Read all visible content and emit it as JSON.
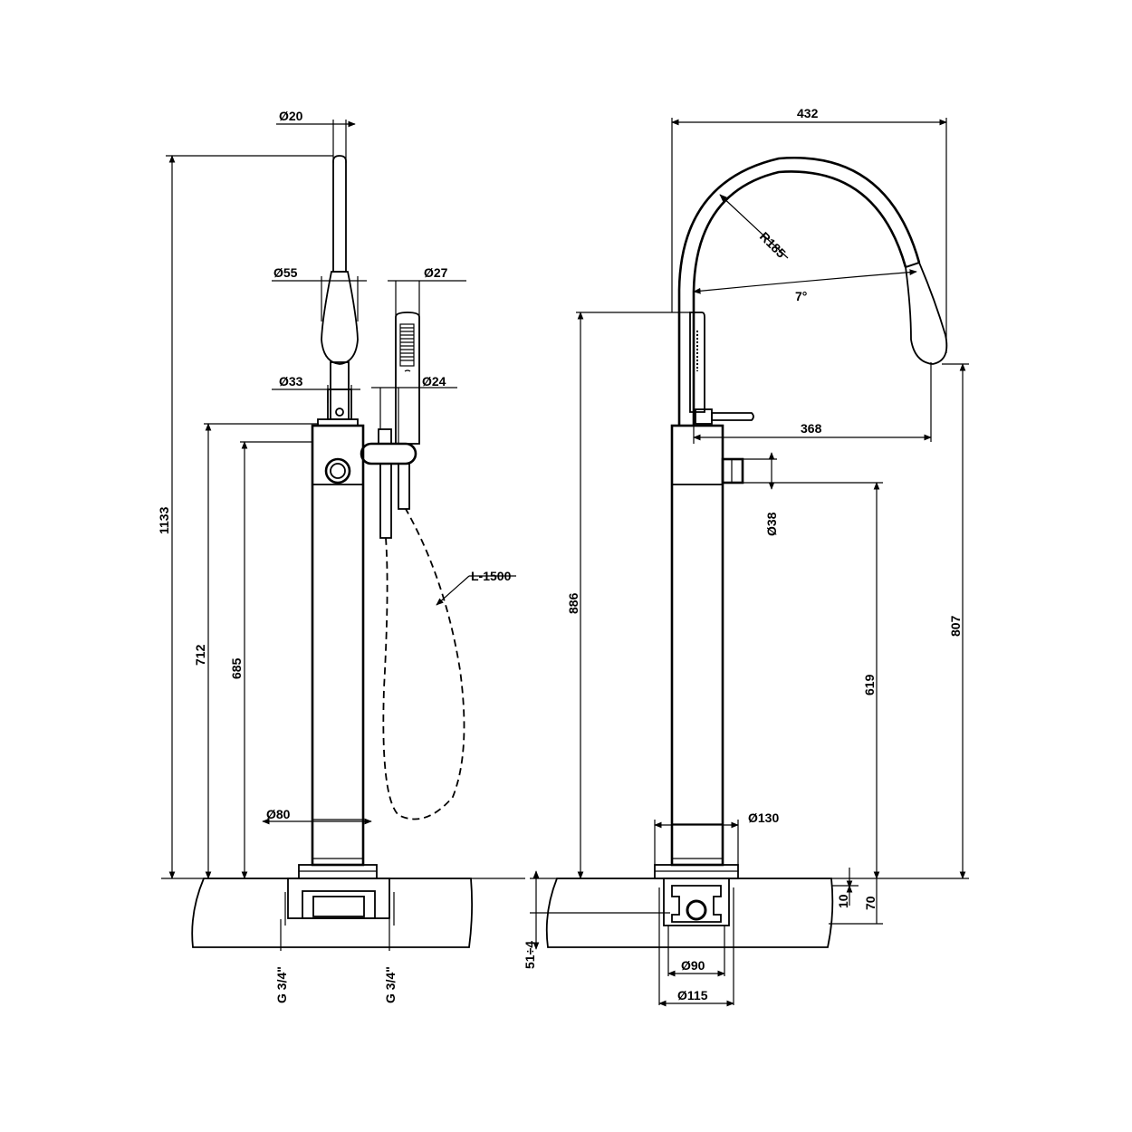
{
  "front_view": {
    "dims": {
      "d20": "Ø20",
      "d55": "Ø55",
      "d27": "Ø27",
      "d33": "Ø33",
      "d24": "Ø24",
      "d80": "Ø80",
      "h1133": "1133",
      "h712": "712",
      "h685": "685",
      "hose": "L-1500",
      "thread_left": "G 3/4\"",
      "thread_right": "G 3/4\""
    }
  },
  "side_view": {
    "dims": {
      "w432": "432",
      "r185": "R185",
      "angle": "7°",
      "w368": "368",
      "d38": "Ø38",
      "h886": "886",
      "h807": "807",
      "h619": "619",
      "d130": "Ø130",
      "h10": "10",
      "h70": "70",
      "h51": "51÷4",
      "d90": "Ø90",
      "d115": "Ø115"
    }
  }
}
